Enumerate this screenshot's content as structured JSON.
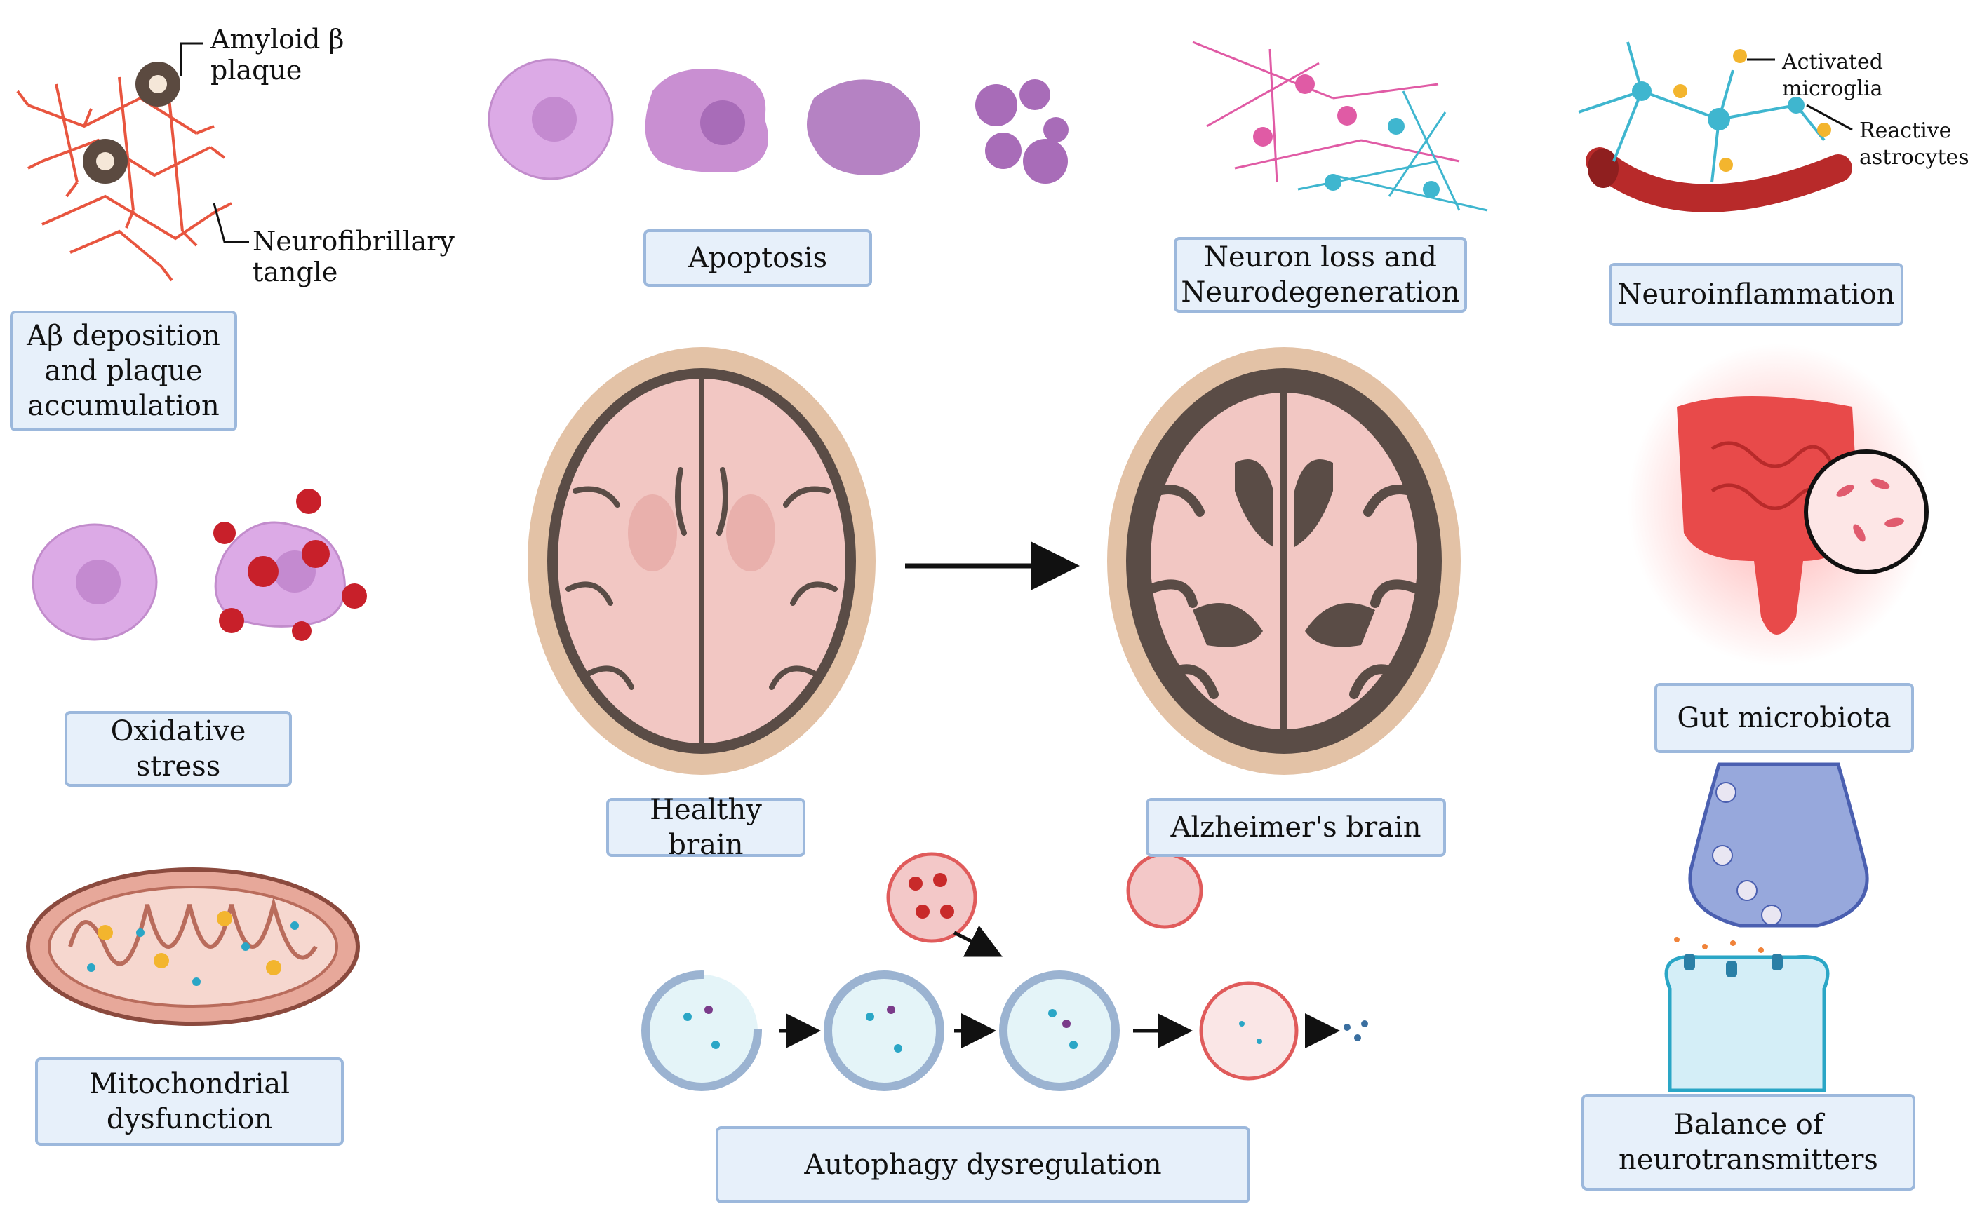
{
  "labels": {
    "abeta": [
      "Aβ deposition",
      "and plaque",
      "accumulation"
    ],
    "oxidative": "Oxidative stress",
    "mito": [
      "Mitochondrial",
      "dysfunction"
    ],
    "apoptosis": "Apoptosis",
    "neuron_loss": [
      "Neuron loss and",
      "Neurodegeneration"
    ],
    "neuroinflammation": "Neuroinflammation",
    "healthy_brain": "Healthy brain",
    "alz_brain": "Alzheimer's brain",
    "gut": "Gut microbiota",
    "autophagy": "Autophagy dysregulation",
    "neurotransmitters": [
      "Balance of",
      "neurotransmitters"
    ]
  },
  "annotations": {
    "amyloid": [
      "Amyloid β",
      "plaque"
    ],
    "tangle": [
      "Neurofibrillary",
      "tangle"
    ],
    "microglia": "Activated microglia",
    "astrocytes": [
      "Reactive",
      "astrocytes"
    ]
  },
  "colors": {
    "label_fill": "#e7f0fa",
    "label_border": "#9cb8dc",
    "brain_pink": "#f2c7c3",
    "brain_dark": "#5a4c46",
    "cell_purple": "#d9a6e0",
    "tangle_red": "#e8553f",
    "gut_red": "#e84a4a",
    "synapse_blue": "#7d8fd0"
  },
  "icons": {
    "apoptosis": "cell-stages-icon",
    "ros": "ros-star-icon",
    "arrow": "arrow-right-icon"
  }
}
